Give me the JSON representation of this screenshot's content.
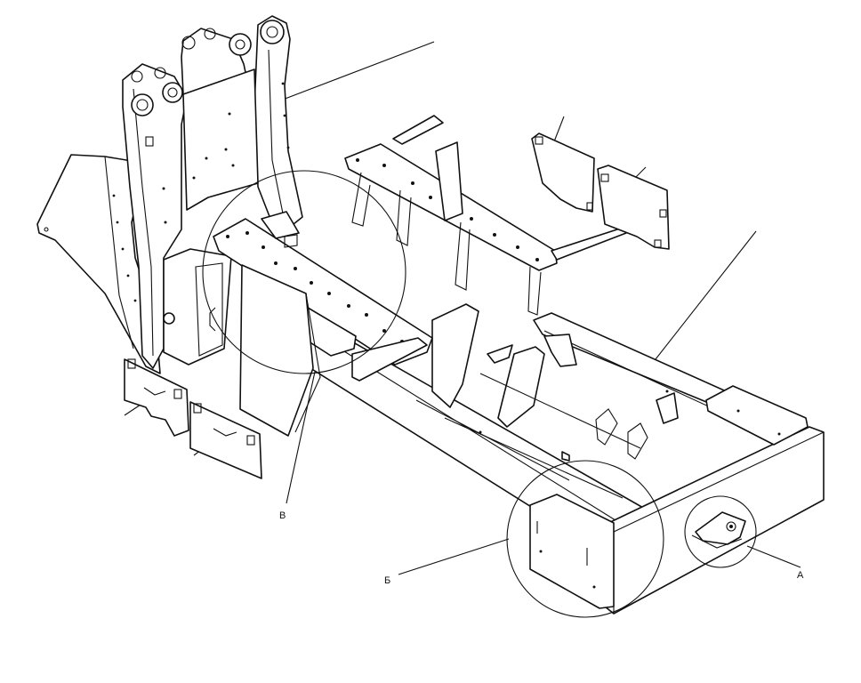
{
  "callouts": {
    "a": "А",
    "b": "Б",
    "v": "В"
  }
}
